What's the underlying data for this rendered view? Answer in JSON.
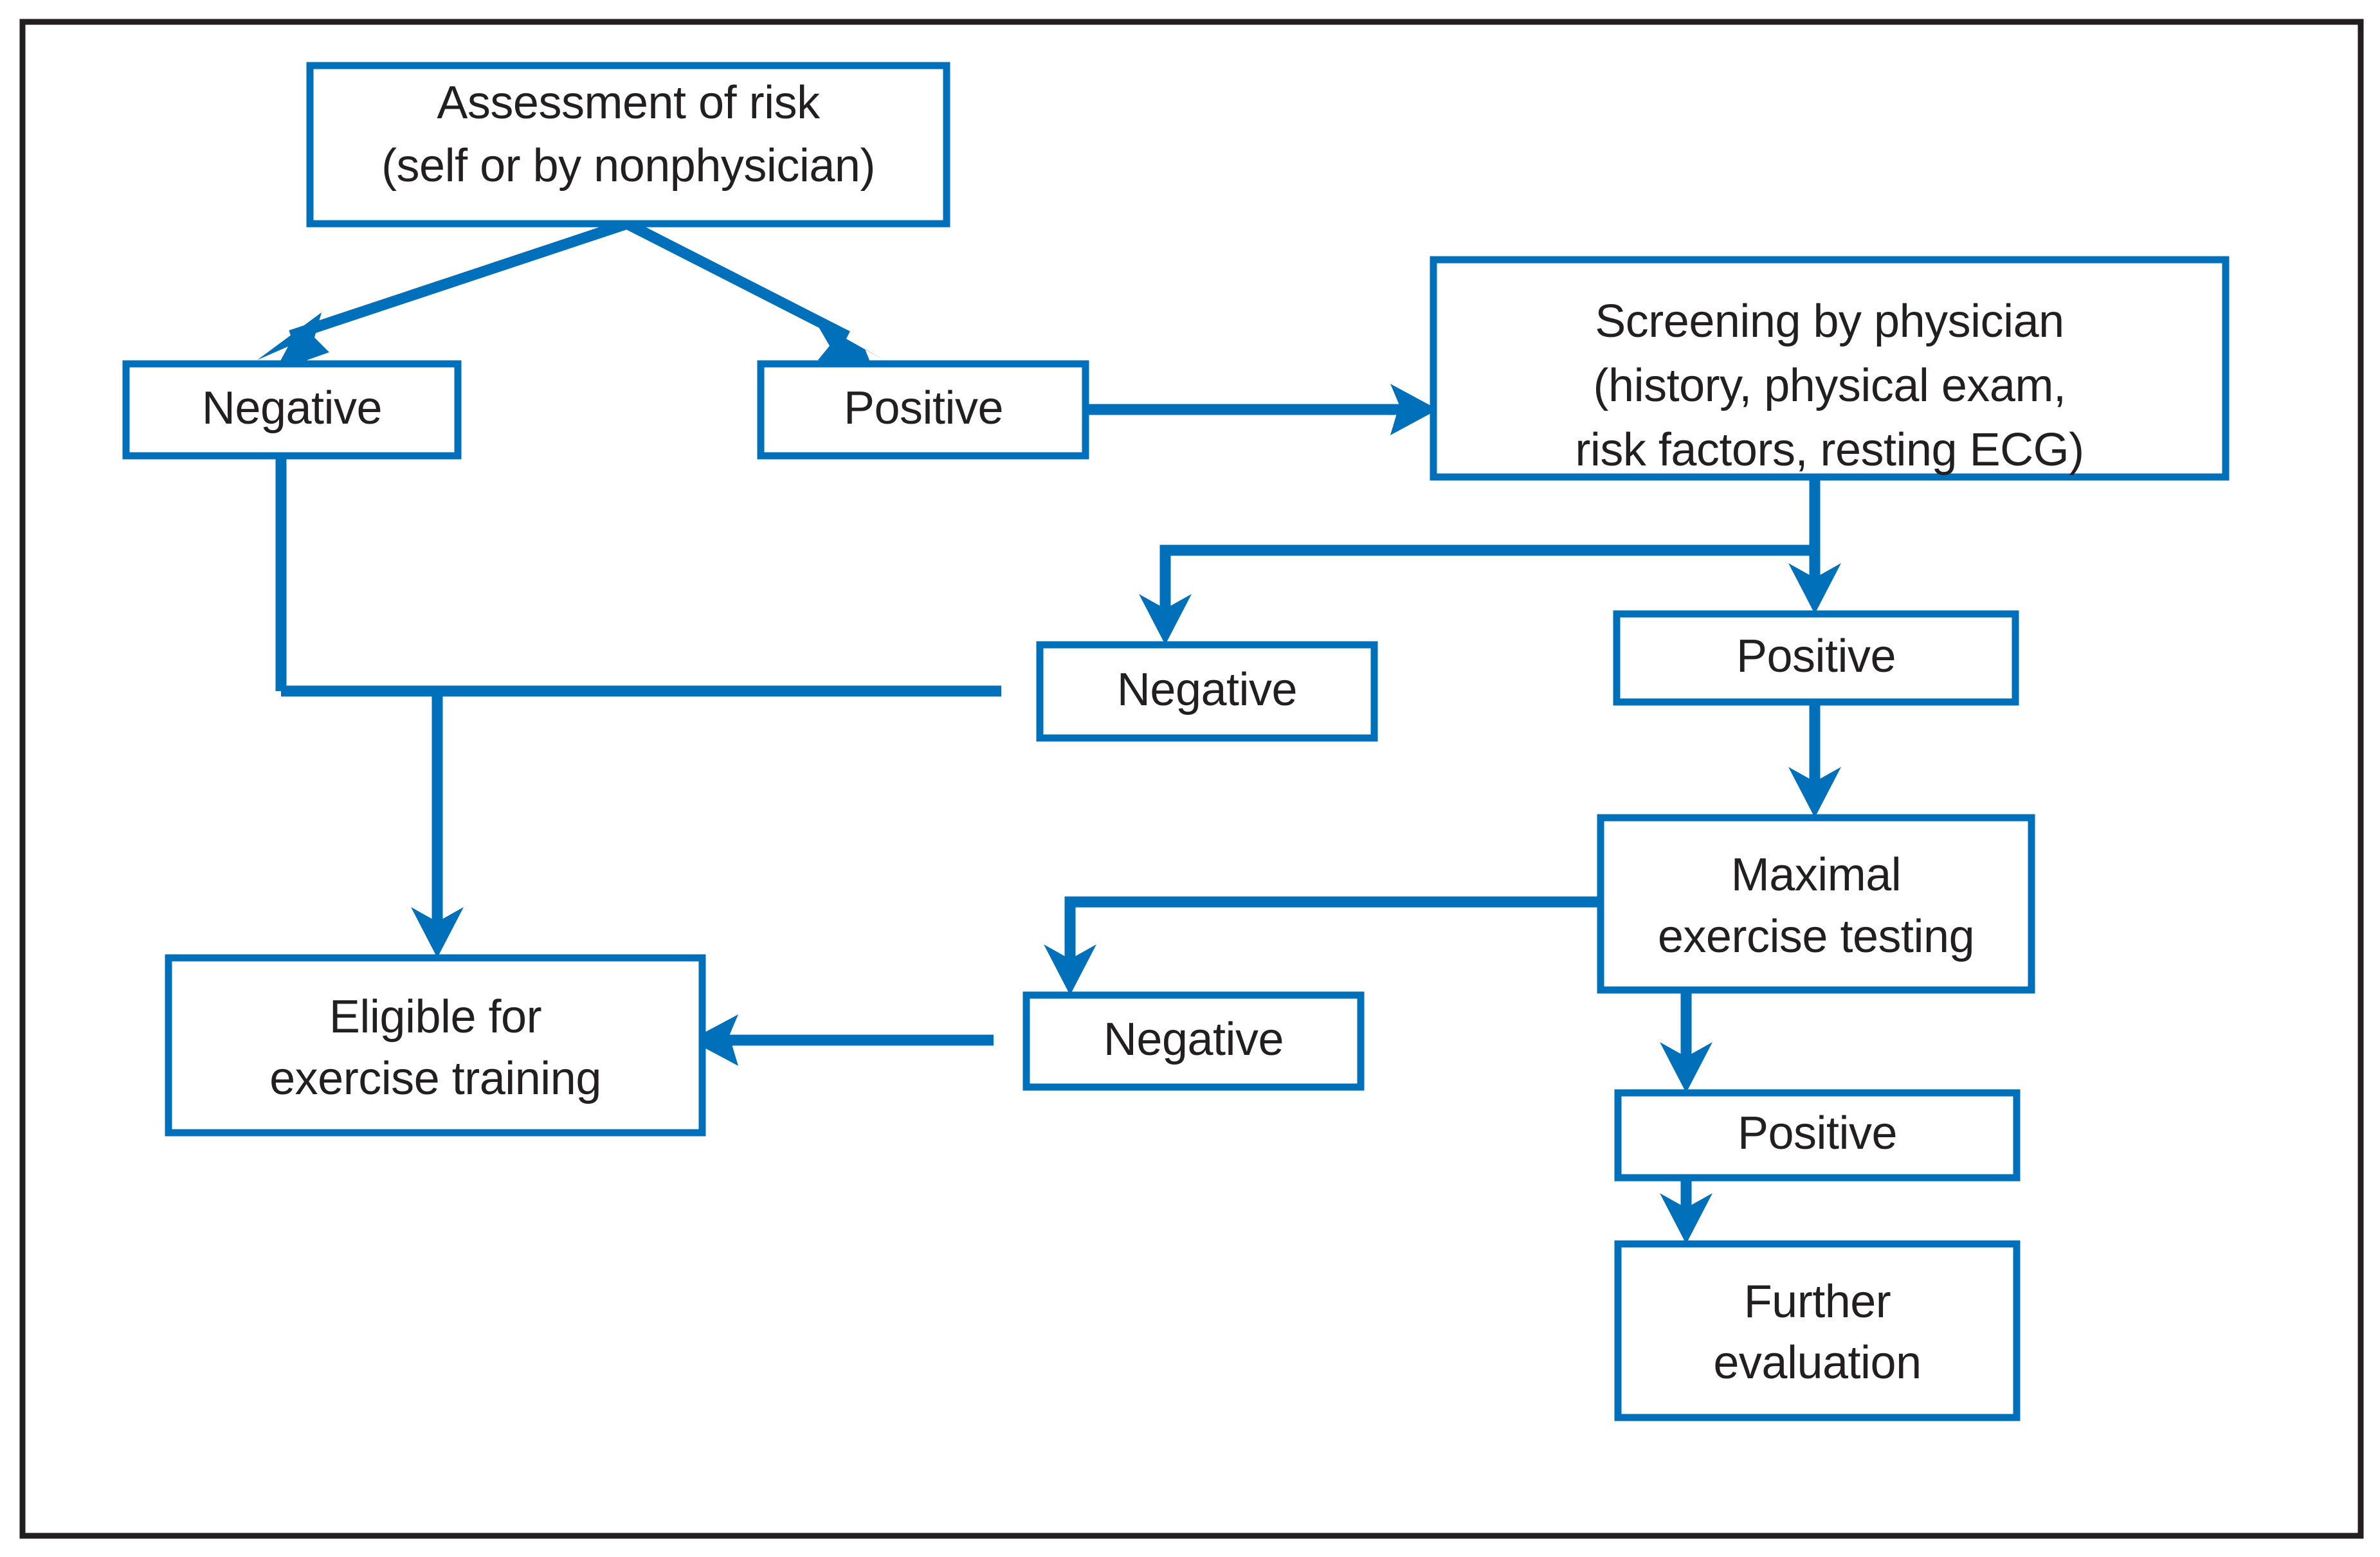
{
  "figure": {
    "kind": "clinical-decision-flowchart",
    "frame_color": "#231f20",
    "accent_color": "#0070ba",
    "text_color": "#231f20",
    "background": "#ffffff"
  },
  "nodes": {
    "assessment_of_risk": {
      "id": "assessment-of-risk",
      "lines": [
        "Assessment of risk",
        "(self or by nonphysician)"
      ],
      "line1": "Assessment of risk",
      "line2": "(self or by nonphysician)"
    },
    "negative_1": {
      "id": "negative-self-assessment",
      "line1": "Negative"
    },
    "positive_1": {
      "id": "positive-self-assessment",
      "line1": "Positive"
    },
    "screening_by_physician": {
      "id": "screening-by-physician",
      "lines": [
        "Screening by physician",
        "(history, physical exam,",
        "risk factors, resting ECG)"
      ],
      "line1": "Screening by physician",
      "line2": "(history, physical exam,",
      "line3": "risk factors, resting ECG)"
    },
    "negative_2": {
      "id": "negative-physician-screening",
      "line1": "Negative"
    },
    "positive_2": {
      "id": "positive-physician-screening",
      "line1": "Positive"
    },
    "maximal_exercise_testing": {
      "id": "maximal-exercise-testing",
      "lines": [
        "Maximal",
        "exercise testing"
      ],
      "line1": "Maximal",
      "line2": "exercise testing"
    },
    "negative_3": {
      "id": "negative-exercise-test",
      "line1": "Negative"
    },
    "positive_3": {
      "id": "positive-exercise-test",
      "line1": "Positive"
    },
    "further_evaluation": {
      "id": "further-evaluation",
      "lines": [
        "Further",
        "evaluation"
      ],
      "line1": "Further",
      "line2": "evaluation"
    },
    "eligible_for_exercise_training": {
      "id": "eligible-for-exercise-training",
      "lines": [
        "Eligible for",
        "exercise training"
      ],
      "line1": "Eligible for",
      "line2": "exercise training"
    }
  },
  "edges": [
    {
      "id": "assessment-to-negative1",
      "from": "assessment_of_risk",
      "to": "negative_1",
      "style": "diagonal-arrow"
    },
    {
      "id": "assessment-to-positive1",
      "from": "assessment_of_risk",
      "to": "positive_1",
      "style": "diagonal-arrow"
    },
    {
      "id": "positive1-to-screening",
      "from": "positive_1",
      "to": "screening_by_physician",
      "style": "horizontal-arrow"
    },
    {
      "id": "screening-to-negative2",
      "from": "screening_by_physician",
      "to": "negative_2",
      "style": "elbow-down-arrow"
    },
    {
      "id": "screening-to-positive2",
      "from": "screening_by_physician",
      "to": "positive_2",
      "style": "vertical-arrow"
    },
    {
      "id": "positive2-to-maximal",
      "from": "positive_2",
      "to": "maximal_exercise_testing",
      "style": "vertical-arrow"
    },
    {
      "id": "maximal-to-negative3",
      "from": "maximal_exercise_testing",
      "to": "negative_3",
      "style": "elbow-down-arrow"
    },
    {
      "id": "maximal-to-positive3",
      "from": "maximal_exercise_testing",
      "to": "positive_3",
      "style": "vertical-arrow"
    },
    {
      "id": "positive3-to-further",
      "from": "positive_3",
      "to": "further_evaluation",
      "style": "vertical-arrow"
    },
    {
      "id": "negative1-to-eligible",
      "from": "negative_1",
      "to": "eligible_for_exercise_training",
      "style": "elbow-down-arrow"
    },
    {
      "id": "negative2-to-eligible-path",
      "from": "negative_2",
      "to": "eligible_for_exercise_training",
      "style": "elbow-left-line"
    },
    {
      "id": "negative3-to-eligible",
      "from": "negative_3",
      "to": "eligible_for_exercise_training",
      "style": "horizontal-arrow-left"
    }
  ]
}
